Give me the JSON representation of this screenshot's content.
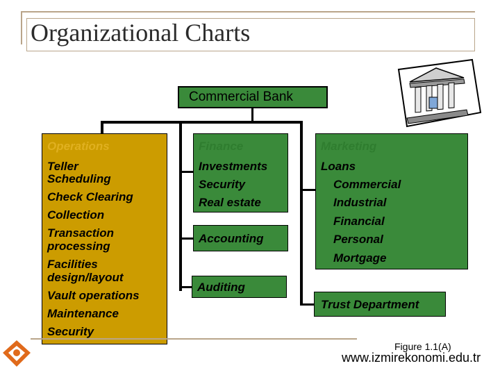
{
  "slide": {
    "title": "Organizational Charts",
    "figure_label": "Figure 1.1(A)",
    "website": "www.izmirekonomi.edu.tr"
  },
  "chart": {
    "root": "Commercial Bank",
    "operations": {
      "header": "Operations",
      "items": [
        "Teller",
        "Scheduling",
        "Check Clearing",
        "Collection",
        "Transaction",
        "processing",
        "Facilities",
        "design/layout",
        "Vault operations",
        "Maintenance",
        "Security"
      ]
    },
    "finance": {
      "header": "Finance",
      "items": [
        "Investments",
        "Security",
        "Real estate"
      ],
      "accounting": "Accounting",
      "auditing": "Auditing"
    },
    "marketing": {
      "header": "Marketing",
      "items": [
        "Loans",
        "Commercial",
        "Industrial",
        "Financial",
        "Personal",
        "Mortgage"
      ],
      "trust": "Trust Department"
    }
  },
  "colors": {
    "green_box": "#3a8a3a",
    "gold_box": "#cc9c00",
    "frame": "#b9a58a"
  },
  "icons": [
    "bank-building-icon",
    "university-logo-icon"
  ]
}
